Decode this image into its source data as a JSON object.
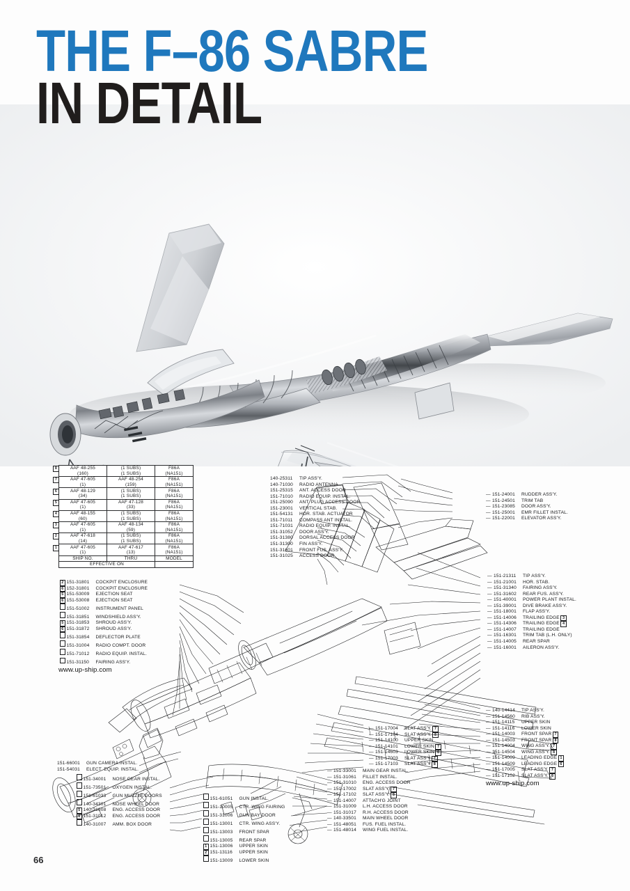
{
  "page": {
    "number": "66",
    "accent_color": "#1f78bd",
    "ink_color": "#17181a",
    "background": "#ffffff"
  },
  "title": {
    "line1": "THE F–86 SABRE",
    "line2": "IN DETAIL"
  },
  "hero": {
    "caption_alt": "Cutaway pencil illustration of North American F-86 Sabre showing engine, cockpit and internal structure"
  },
  "effectivity_table": {
    "headers": [
      "SHIP NO.",
      "THRU",
      "MODEL"
    ],
    "footer": "EFFECTIVE   ON",
    "rows": [
      {
        "mark": "8",
        "ship_no": "AAF 48-255",
        "ship_no_sub": "(160)",
        "thru": "(1 SUBS)",
        "thru_sub": "(1 SUBS)",
        "model": "F86A",
        "model_sub": "(NA151)"
      },
      {
        "mark": "7",
        "ship_no": "AAF 47-605",
        "ship_no_sub": "(1)",
        "thru": "AAF 48-254",
        "thru_sub": "(159)",
        "model": "F86A",
        "model_sub": "(NA151)"
      },
      {
        "mark": "6",
        "ship_no": "AAF 48-129",
        "ship_no_sub": "(34)",
        "thru": "(1 SUBS)",
        "thru_sub": "(1 SUBS)",
        "model": "F86A",
        "model_sub": "(NA151)"
      },
      {
        "mark": "5",
        "ship_no": "AAF 47-605",
        "ship_no_sub": "(1)",
        "thru": "AAF 47-128",
        "thru_sub": "(33)",
        "model": "F86A",
        "model_sub": "(NA151)"
      },
      {
        "mark": "4",
        "ship_no": "AAF 48-155",
        "ship_no_sub": "(60)",
        "thru": "(1 SUBS)",
        "thru_sub": "(1 SUBS)",
        "model": "F86A",
        "model_sub": "(NA151)"
      },
      {
        "mark": "3",
        "ship_no": "AAF 47-605",
        "ship_no_sub": "(1)",
        "thru": "AAF 48-134",
        "thru_sub": "(59)",
        "model": "F86A",
        "model_sub": "(NA151)"
      },
      {
        "mark": "2",
        "ship_no": "AAF 47-618",
        "ship_no_sub": "(14)",
        "thru": "(1 SUBS)",
        "thru_sub": "(1 SUBS)",
        "model": "F86A",
        "model_sub": "(NA151)"
      },
      {
        "mark": "1",
        "ship_no": "AAF 47-605",
        "ship_no_sub": "(1)",
        "thru": "AAF 47-617",
        "thru_sub": "(13)",
        "model": "F86A",
        "model_sub": "(NA151)"
      }
    ]
  },
  "callouts": {
    "tail_upper": {
      "name": "Tail / fuselage upper callouts",
      "items": [
        {
          "pn": "140-25311",
          "label": "TIP ASS'Y."
        },
        {
          "pn": "140-71030",
          "label": "RADIO ANTENNA"
        },
        {
          "pn": "151-25315",
          "label": "ANT. ACCESS DOOR"
        },
        {
          "pn": "151-71010",
          "label": "RADIO EQUIP. INSTAL."
        },
        {
          "pn": "151-25090",
          "label": "ANT. PLUG ACCESS DOOR"
        },
        {
          "pn": "151-23001",
          "label": "VERTICAL STAB."
        },
        {
          "pn": "151-54131",
          "label": "HOR. STAB. ACTUATOR"
        },
        {
          "pn": "151-71011",
          "label": "COMPASS ANT INSTAL."
        },
        {
          "pn": "151-71031",
          "label": "RADIO EQUIP. INSTAL."
        },
        {
          "pn": "151-31052",
          "label": "DOOR  ASS'Y."
        },
        {
          "pn": "151-31380",
          "label": "DORSAL ACCESS DOOR"
        },
        {
          "pn": "151-31300",
          "label": "FIN  ASS'Y."
        },
        {
          "pn": "151-31601",
          "label": "FRONT FUS. ASS'Y."
        },
        {
          "pn": "151-31025",
          "label": "ACCESS DOOR"
        }
      ]
    },
    "tail_right": {
      "name": "Rudder / elevator callouts",
      "items": [
        {
          "pn": "151-24001",
          "label": "RUDDER ASS'Y."
        },
        {
          "pn": "151-24501",
          "label": "TRIM  TAB"
        },
        {
          "pn": "151-23085",
          "label": "DOOR  ASS'Y."
        },
        {
          "pn": "151-25001",
          "label": "EMR FILLET INSTAL."
        },
        {
          "pn": "151-22001",
          "label": "ELEVATOR  ASS'Y."
        }
      ]
    },
    "right_mid": {
      "name": "Stabilizer / wing trailing-edge callouts",
      "items": [
        {
          "pn": "151-21311",
          "label": "TIP ASS'Y.",
          "mark": ""
        },
        {
          "pn": "151-21001",
          "label": "HOR.  STAB.",
          "mark": ""
        },
        {
          "pn": "151-31340",
          "label": "FAIRING ASS'Y.",
          "mark": ""
        },
        {
          "pn": "151-31602",
          "label": "REAR FUS. ASS'Y.",
          "mark": ""
        },
        {
          "pn": "151-40001",
          "label": "POWER PLANT INSTAL.",
          "mark": ""
        },
        {
          "pn": "151-39001",
          "label": "DIVE BRAKE ASS'Y.",
          "mark": ""
        },
        {
          "pn": "151-18001",
          "label": "FLAP  ASS'Y.",
          "mark": ""
        },
        {
          "pn": "151-14006",
          "label": "TRAILING  EDGE",
          "mark": "3"
        },
        {
          "pn": "151-14306",
          "label": "TRAILING  EDGE",
          "mark": "4"
        },
        {
          "pn": "151-14007",
          "label": "TRAILING  EDGE",
          "mark": ""
        },
        {
          "pn": "151-16301",
          "label": "TRIM  TAB (L.H. ONLY)",
          "mark": ""
        },
        {
          "pn": "151-14005",
          "label": "REAR  SPAR",
          "mark": ""
        },
        {
          "pn": "151-16001",
          "label": "AILERON  ASS'Y.",
          "mark": ""
        }
      ]
    },
    "left_mid": {
      "name": "Cockpit / forward fuselage callouts",
      "items": [
        {
          "mark": "2",
          "pn": "151-31801",
          "label": "COCKPIT  ENCLOSURE"
        },
        {
          "mark": "6",
          "pn": "152-31801",
          "label": "COCKPIT  ENCLOSURE"
        },
        {
          "mark": "5",
          "pn": "151-53009",
          "label": "EJECTION  SEAT"
        },
        {
          "mark": "6",
          "pn": "151-53008",
          "label": "EJECTION  SEAT"
        },
        {
          "mark": "",
          "pn": "151-51002",
          "label": "INSTRUMENT PANEL"
        },
        {
          "mark": "",
          "pn": "151-31851",
          "label": "WINDSHIELD ASS'Y."
        },
        {
          "mark": "5",
          "pn": "151-31853",
          "label": "SHROUD  ASS'Y."
        },
        {
          "mark": "6",
          "pn": "151-31872",
          "label": "SHROUD  ASS'Y."
        },
        {
          "mark": "",
          "pn": "151-31854",
          "label": "DEFLECTOR  PLATE"
        },
        {
          "mark": "",
          "pn": "151-31004",
          "label": "RADIO COMPT. DOOR"
        },
        {
          "mark": "",
          "pn": "151-71012",
          "label": "RADIO EQUIP. INSTAL."
        },
        {
          "mark": "",
          "pn": "151-31150",
          "label": "FAIRING ASS'Y."
        }
      ],
      "url": "www.up-ship.com"
    },
    "lower_left": {
      "name": "Nose gear / gun bay callouts",
      "group_a": [
        {
          "pn": "151-66001",
          "label": "GUN CAMERA INSTAL."
        },
        {
          "pn": "151-54031",
          "label": "ELECT. EQUIP.  INSTAL."
        }
      ],
      "group_b": [
        {
          "mark": "",
          "pn": "151-34001",
          "label": "NOSE GEAR  INSTAL."
        },
        {
          "mark": "",
          "pn": "151-73501",
          "label": "OXYGEN INSTAL."
        },
        {
          "mark": "",
          "pn": "151-61033",
          "label": "GUN  MUZZLE DOORS"
        },
        {
          "mark": "",
          "pn": "140-34301",
          "label": "NOSE WHEEL  DOOR"
        },
        {
          "mark": "5",
          "pn": "140-31008",
          "label": "ENG. ACCESS  DOOR"
        },
        {
          "mark": "6",
          "pn": "151-31012",
          "label": "ENG. ACCESS  DOOR"
        },
        {
          "mark": "",
          "pn": "140-31007",
          "label": "AMM. BOX  DOOR"
        }
      ]
    },
    "lower_center": {
      "name": "Center wing callouts",
      "items": [
        {
          "mark": "",
          "pn": "151-61051",
          "label": "GUN INSTAL."
        },
        {
          "mark": "",
          "pn": "151-10005",
          "label": "CTR. WING FAIRING"
        },
        {
          "mark": "",
          "pn": "151-31006",
          "label": "GUN BAY DOOR"
        },
        {
          "mark": "",
          "pn": "151-13001",
          "label": "CTR. WING ASS'Y."
        },
        {
          "mark": "",
          "pn": "151-13003",
          "label": "FRONT SPAR"
        },
        {
          "mark": "",
          "pn": "151-13005",
          "label": "REAR  SPAR"
        },
        {
          "mark": "1",
          "pn": "151-13006",
          "label": "UPPER SKIN"
        },
        {
          "mark": "2",
          "pn": "151-13116",
          "label": "UPPER SKIN"
        },
        {
          "mark": "",
          "pn": "151-13009",
          "label": "LOWER SKIN"
        }
      ]
    },
    "lower_right_upper": {
      "name": "Slat and wing skin callouts",
      "items": [
        {
          "pn": "151-17004",
          "label": "SLAT ASS'Y.",
          "mark": "7"
        },
        {
          "pn": "151-17104",
          "label": "SLAT ASS'Y.",
          "mark": "8"
        },
        {
          "pn": "151-14100",
          "label": "UPPER  SKIN",
          "mark": ""
        },
        {
          "pn": "151-14101",
          "label": "LOWER  SKIN",
          "mark": "7"
        },
        {
          "pn": "151-14603",
          "label": "LOWER  SKIN",
          "mark": "8"
        },
        {
          "pn": "151-17003",
          "label": "SLAT ASS'Y",
          "mark": "7"
        },
        {
          "pn": "151-17103",
          "label": "SLAT ASS'Y",
          "mark": "8"
        }
      ]
    },
    "lower_right_lower": {
      "name": "Main gear and fuel callouts",
      "items": [
        {
          "pn": "151-33001",
          "label": "MAIN GEAR INSTAL.",
          "mark": ""
        },
        {
          "pn": "151-31061",
          "label": "FILLET  INSTAL.",
          "mark": ""
        },
        {
          "pn": "151-31010",
          "label": "ENG. ACCESS  DOOR",
          "mark": ""
        },
        {
          "pn": "151-17002",
          "label": "SLAT ASS'Y.",
          "mark": "7"
        },
        {
          "pn": "151-17102",
          "label": "SLAT ASS'Y.",
          "mark": "8"
        },
        {
          "pn": "151-14007",
          "label": "ATTACH'G JOINT",
          "mark": ""
        },
        {
          "pn": "151-31009",
          "label": "L.H. ACCESS DOOR",
          "mark": ""
        },
        {
          "pn": "151-31017",
          "label": "R.H. ACCESS  DOOR",
          "mark": ""
        },
        {
          "pn": "140-33501",
          "label": "MAIN WHEEL  DOOR",
          "mark": ""
        },
        {
          "pn": "151-48051",
          "label": "FUS. FUEL INSTAL.",
          "mark": ""
        },
        {
          "pn": "151-48014",
          "label": "WING FUEL INSTAL.",
          "mark": ""
        }
      ]
    },
    "far_right": {
      "name": "Outer wing panel callouts",
      "items": [
        {
          "pn": "140-14414",
          "label": "TIP ASS'Y.",
          "mark": ""
        },
        {
          "pn": "151-14560",
          "label": "RIB  ASS'Y.",
          "mark": ""
        },
        {
          "pn": "151-14115",
          "label": "UPPER  SKIN",
          "mark": ""
        },
        {
          "pn": "151-14116",
          "label": "LOWER  SKIN",
          "mark": ""
        },
        {
          "pn": "151-14003",
          "label": "FRONT  SPAR",
          "mark": "7"
        },
        {
          "pn": "151-14503",
          "label": "FRONT  SPAR",
          "mark": "8"
        },
        {
          "pn": "151-14004",
          "label": "WING ASS'Y.",
          "mark": "7"
        },
        {
          "pn": "151-14504",
          "label": "WING ASS'Y.",
          "mark": "8"
        },
        {
          "pn": "151-14009",
          "label": "LEADING  EDGE",
          "mark": "1"
        },
        {
          "pn": "151-14509",
          "label": "LEADING  EDGE",
          "mark": "6"
        },
        {
          "pn": "151-17005",
          "label": "SLAT  ASS'Y.",
          "mark": "7"
        },
        {
          "pn": "151-17102",
          "label": "SLAT  ASS'Y.",
          "mark": "8"
        }
      ],
      "url": "www.up-ship.com"
    }
  }
}
